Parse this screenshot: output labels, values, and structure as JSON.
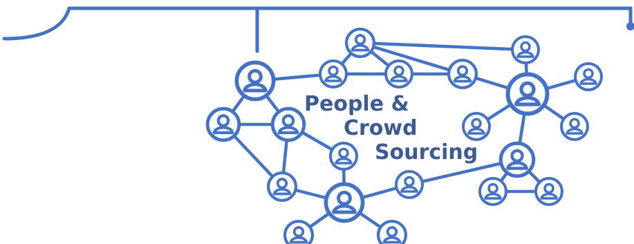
{
  "diagram": {
    "label_lines": [
      "People &",
      "Crowd",
      "Sourcing"
    ],
    "colors": {
      "stroke": "#4472C4",
      "text": "#3D5A93",
      "background": "#FFFFFF"
    },
    "node_icon": "person-icon"
  }
}
